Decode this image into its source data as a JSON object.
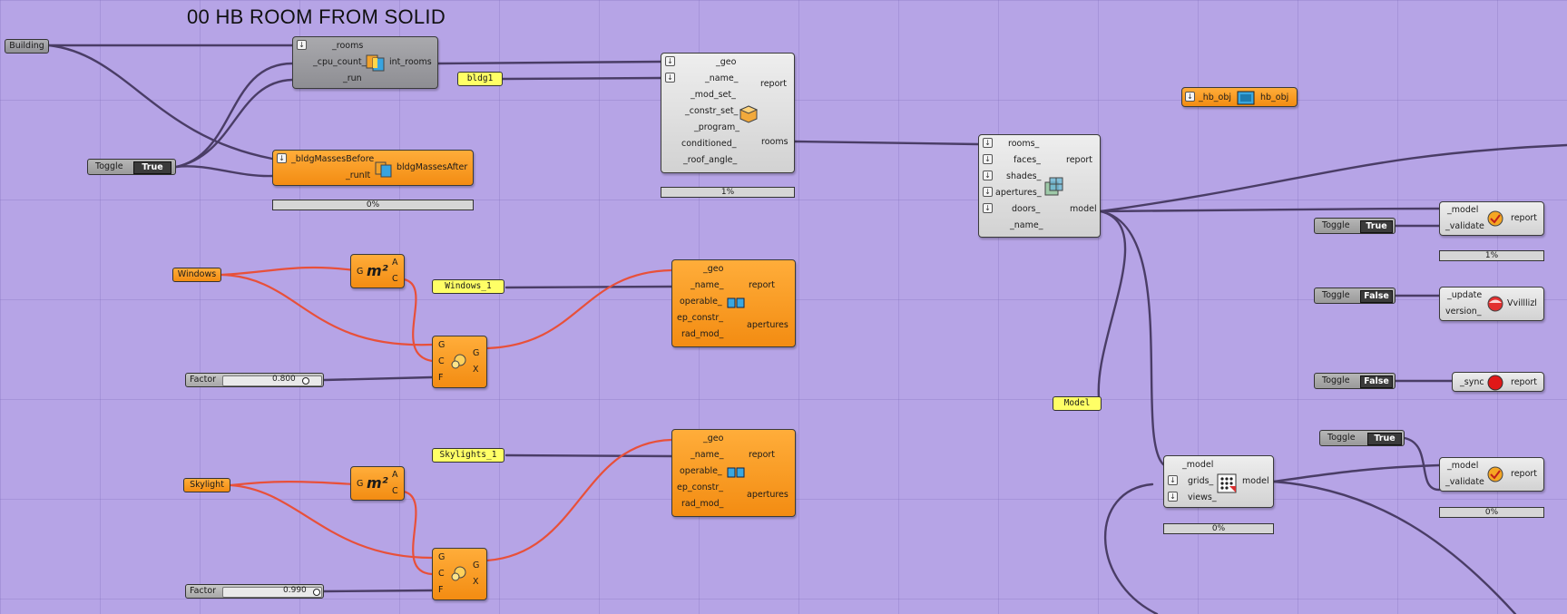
{
  "canvas_title": "00 HB ROOM FROM SOLID",
  "building_param": {
    "label": "Building"
  },
  "toggles": {
    "main": {
      "label": "Toggle",
      "value": "True"
    },
    "validate1": {
      "label": "Toggle",
      "value": "True"
    },
    "update": {
      "label": "Toggle",
      "value": "False"
    },
    "sync": {
      "label": "Toggle",
      "value": "False"
    },
    "validate2": {
      "label": "Toggle",
      "value": "True"
    }
  },
  "int_rooms": {
    "inputs": [
      "_rooms",
      "_cpu_count_",
      "_run"
    ],
    "output": "int_rooms"
  },
  "bldg_masses": {
    "inputs": [
      "_bldgMassesBefore",
      "_runIt"
    ],
    "output": "bldgMassesAfter",
    "progress": "0%"
  },
  "bldg_panel": "bldg1",
  "room_from_solid": {
    "inputs": [
      "_geo",
      "_name_",
      "_mod_set_",
      "_constr_set_",
      "_program_",
      "conditioned_",
      "_roof_angle_"
    ],
    "outputs": [
      "report",
      "rooms"
    ],
    "progress": "1%"
  },
  "model": {
    "inputs": [
      "rooms_",
      "faces_",
      "shades_",
      "apertures_",
      "doors_",
      "_name_"
    ],
    "outputs": [
      "report",
      "model"
    ]
  },
  "hb_obj": {
    "input": "_hb_obj",
    "output": "hb_obj"
  },
  "windows_param": "Windows",
  "skylight_param": "Skylight",
  "area1": {
    "inputs": [
      "G"
    ],
    "outputs": [
      "A",
      "C"
    ]
  },
  "area2": {
    "inputs": [
      "G"
    ],
    "outputs": [
      "A",
      "C"
    ]
  },
  "scale1": {
    "inputs": [
      "G",
      "C",
      "F"
    ],
    "outputs": [
      "G",
      "X"
    ]
  },
  "scale2": {
    "inputs": [
      "G",
      "C",
      "F"
    ],
    "outputs": [
      "G",
      "X"
    ]
  },
  "factor1": {
    "label": "Factor",
    "value": "0.800"
  },
  "factor2": {
    "label": "Factor",
    "value": "0.990"
  },
  "windows_panel": "Windows_1",
  "skylights_panel": "Skylights_1",
  "aperture1": {
    "inputs": [
      "_geo",
      "_name_",
      "operable_",
      "ep_constr_",
      "rad_mod_"
    ],
    "outputs": [
      "report",
      "apertures"
    ]
  },
  "aperture2": {
    "inputs": [
      "_geo",
      "_name_",
      "operable_",
      "ep_constr_",
      "rad_mod_"
    ],
    "outputs": [
      "report",
      "apertures"
    ]
  },
  "validate1": {
    "inputs": [
      "_model",
      "_validate"
    ],
    "output": "report",
    "progress": "1%"
  },
  "update_ver": {
    "inputs": [
      "_update",
      "version_"
    ],
    "output": "Vvilllizl"
  },
  "sync": {
    "input": "_sync",
    "output": "report"
  },
  "model_panel": "Model",
  "add_grids": {
    "inputs": [
      "_model",
      "grids_",
      "views_"
    ],
    "output": "model",
    "progress": "0%"
  },
  "validate2": {
    "inputs": [
      "_model",
      "_validate"
    ],
    "output": "report",
    "progress": "0%"
  },
  "colors": {
    "canvas": "#b6a4e6",
    "wire": "#4a3d66",
    "wire_active": "#e8503a",
    "orange": "#f7991f",
    "yellow_panel": "#ffff66"
  }
}
